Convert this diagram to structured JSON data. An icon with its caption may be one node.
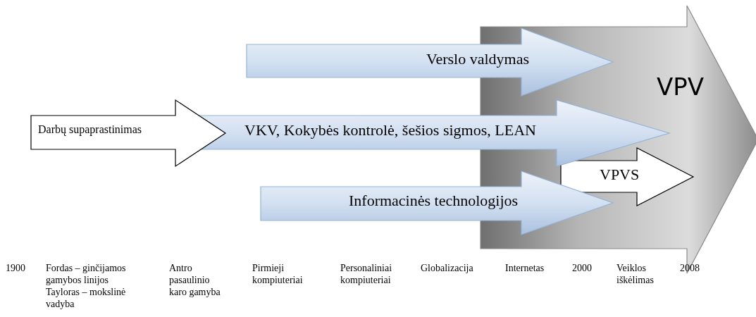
{
  "diagram": {
    "nodes": [
      {
        "text": [
          "VPV"
        ]
      },
      {
        "text": [
          "Verslo valdymas"
        ]
      },
      {
        "text": [
          "Darbų supaprastinimas"
        ]
      },
      {
        "text": [
          "VKV, Kokybės kontrolė, šešios sigmos, LEAN"
        ]
      },
      {
        "text": [
          "VPVS"
        ],
        "in": 0
      },
      {
        "text": [
          "Informacinės technologijos"
        ]
      }
    ],
    "labels": [
      "1900",
      "Fordas – ginčijamos gamybos linijos Tayloras – mokslinė vadyba",
      "Antro pasaulinio karo gamyba",
      "Pirmieji kompiuteriai",
      "Personaliniai kompiuteriai",
      "Globalizacija",
      "Internetas",
      "2000",
      "Veiklos iškėlimas",
      "2008"
    ]
  }
}
